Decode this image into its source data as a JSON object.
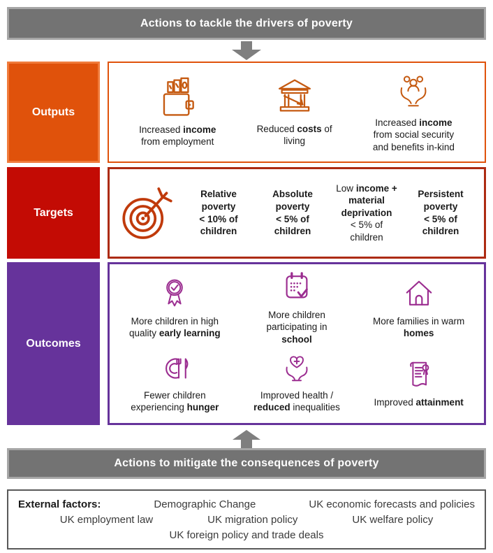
{
  "top_banner": "Actions to tackle the drivers of poverty",
  "bottom_banner": "Actions to mitigate the consequences of poverty",
  "colors": {
    "banner_gray": "#737373",
    "banner_border": "#A6A6A6",
    "outputs_orange": "#E0520B",
    "targets_red": "#C30B04",
    "targets_border": "#AD2B12",
    "outcomes_purple": "#66339B",
    "icon_orange": "#C55A11",
    "icon_rust": "#C03A0B",
    "icon_magenta": "#9B2D90"
  },
  "outputs": {
    "label": "Outputs",
    "items": [
      {
        "icon": "wallet-icon",
        "pre": "Increased ",
        "bold": "income",
        "post": "\nfrom employment"
      },
      {
        "icon": "bank-icon",
        "pre": "Reduced ",
        "bold": "costs",
        "post": " of\nliving"
      },
      {
        "icon": "giving-hands-icon",
        "pre": "Increased ",
        "bold": "income",
        "post": "\nfrom social security\nand benefits in-kind"
      }
    ]
  },
  "targets": {
    "label": "Targets",
    "icon": "target-icon",
    "items": [
      {
        "pre": "",
        "bold": "Relative\npoverty\n< 10% of\nchildren",
        "post": ""
      },
      {
        "pre": "",
        "bold": "Absolute\npoverty\n< 5% of\nchildren",
        "post": ""
      },
      {
        "pre": "Low ",
        "bold": "income +\nmaterial\ndeprivation",
        "post": "\n< 5% of\nchildren"
      },
      {
        "pre": "",
        "bold": "Persistent\npoverty\n< 5% of\nchildren",
        "post": ""
      }
    ]
  },
  "outcomes": {
    "label": "Outcomes",
    "items": [
      {
        "icon": "rosette-award-icon",
        "pre": "More children in high\nquality ",
        "bold": "early learning",
        "post": ""
      },
      {
        "icon": "calendar-check-icon",
        "pre": "More children\nparticipating in\n",
        "bold": "school",
        "post": ""
      },
      {
        "icon": "house-icon",
        "pre": "More families in warm\n",
        "bold": "homes",
        "post": ""
      },
      {
        "icon": "meal-plate-icon",
        "pre": "Fewer children\nexperiencing ",
        "bold": "hunger",
        "post": ""
      },
      {
        "icon": "health-hands-icon",
        "pre": "Improved health /\n",
        "bold": "reduced",
        "post": " inequalities"
      },
      {
        "icon": "certificate-icon",
        "pre": "Improved ",
        "bold": "attainment",
        "post": ""
      }
    ]
  },
  "external_factors": {
    "heading": "External factors:",
    "row1": [
      "Demographic Change",
      "UK economic forecasts and policies"
    ],
    "row2": [
      "UK employment law",
      "UK migration policy",
      "UK welfare policy"
    ],
    "row3": [
      "UK foreign policy and trade deals"
    ]
  }
}
